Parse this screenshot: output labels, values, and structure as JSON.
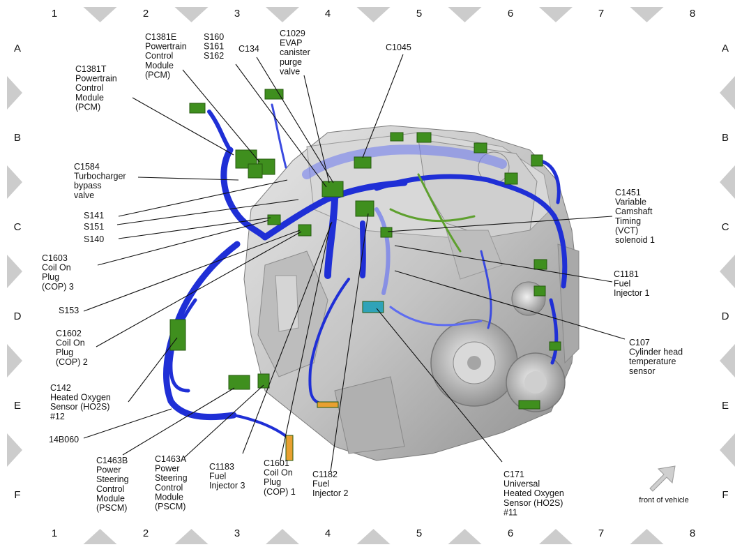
{
  "grid": {
    "columns": [
      "1",
      "2",
      "3",
      "4",
      "5",
      "6",
      "7",
      "8"
    ],
    "rows": [
      "A",
      "B",
      "C",
      "D",
      "E",
      "F"
    ]
  },
  "callouts": [
    {
      "id": "c1381t",
      "lines": [
        "C1381T",
        "Powertrain",
        "Control",
        "Module",
        "(PCM)"
      ]
    },
    {
      "id": "c1381e",
      "lines": [
        "C1381E",
        "Powertrain",
        "Control",
        "Module",
        "(PCM)"
      ]
    },
    {
      "id": "s160",
      "lines": [
        "S160",
        "S161",
        "S162"
      ]
    },
    {
      "id": "c134",
      "lines": [
        "C134"
      ]
    },
    {
      "id": "c1029",
      "lines": [
        "C1029",
        "EVAP",
        "canister",
        "purge",
        "valve"
      ]
    },
    {
      "id": "c1045",
      "lines": [
        "C1045"
      ]
    },
    {
      "id": "c1584",
      "lines": [
        "C1584",
        "Turbocharger",
        "bypass",
        "valve"
      ]
    },
    {
      "id": "s141",
      "lines": [
        "S141"
      ]
    },
    {
      "id": "s151",
      "lines": [
        "S151"
      ]
    },
    {
      "id": "s140",
      "lines": [
        "S140"
      ]
    },
    {
      "id": "c1603",
      "lines": [
        "C1603",
        "Coil On",
        "Plug",
        "(COP) 3"
      ]
    },
    {
      "id": "s153",
      "lines": [
        "S153"
      ]
    },
    {
      "id": "c1602",
      "lines": [
        "C1602",
        "Coil On",
        "Plug",
        "(COP) 2"
      ]
    },
    {
      "id": "c142",
      "lines": [
        "C142",
        "Heated Oxygen",
        "Sensor (HO2S)",
        "#12"
      ]
    },
    {
      "id": "b14b060",
      "lines": [
        "14B060"
      ]
    },
    {
      "id": "c1463b",
      "lines": [
        "C1463B",
        "Power",
        "Steering",
        "Control",
        "Module",
        "(PSCM)"
      ]
    },
    {
      "id": "c1463a",
      "lines": [
        "C1463A",
        "Power",
        "Steering",
        "Control",
        "Module",
        "(PSCM)"
      ]
    },
    {
      "id": "c1183",
      "lines": [
        "C1183",
        "Fuel",
        "Injector 3"
      ]
    },
    {
      "id": "c1601",
      "lines": [
        "C1601",
        "Coil On",
        "Plug",
        "(COP) 1"
      ]
    },
    {
      "id": "c1182",
      "lines": [
        "C1182",
        "Fuel",
        "Injector 2"
      ]
    },
    {
      "id": "c171",
      "lines": [
        "C171",
        "Universal",
        "Heated Oxygen",
        "Sensor (HO2S)",
        "#11"
      ]
    },
    {
      "id": "c1451",
      "lines": [
        "C1451",
        "Variable",
        "Camshaft",
        "Timing",
        "(VCT)",
        "solenoid 1"
      ]
    },
    {
      "id": "c1181",
      "lines": [
        "C1181",
        "Fuel",
        "Injector 1"
      ]
    },
    {
      "id": "c107",
      "lines": [
        "C107",
        "Cylinder head",
        "temperature",
        "sensor"
      ]
    }
  ],
  "legend": {
    "front_label": "front of vehicle"
  },
  "colors": {
    "harness": "#1f2fd6",
    "harness_light": "#6c78f0",
    "connector": "#3f8f1e",
    "engine": "#c9c9c9",
    "engine_dark": "#9a9a9a",
    "marker": "#cccccc",
    "sensor_orange": "#e8a030"
  }
}
